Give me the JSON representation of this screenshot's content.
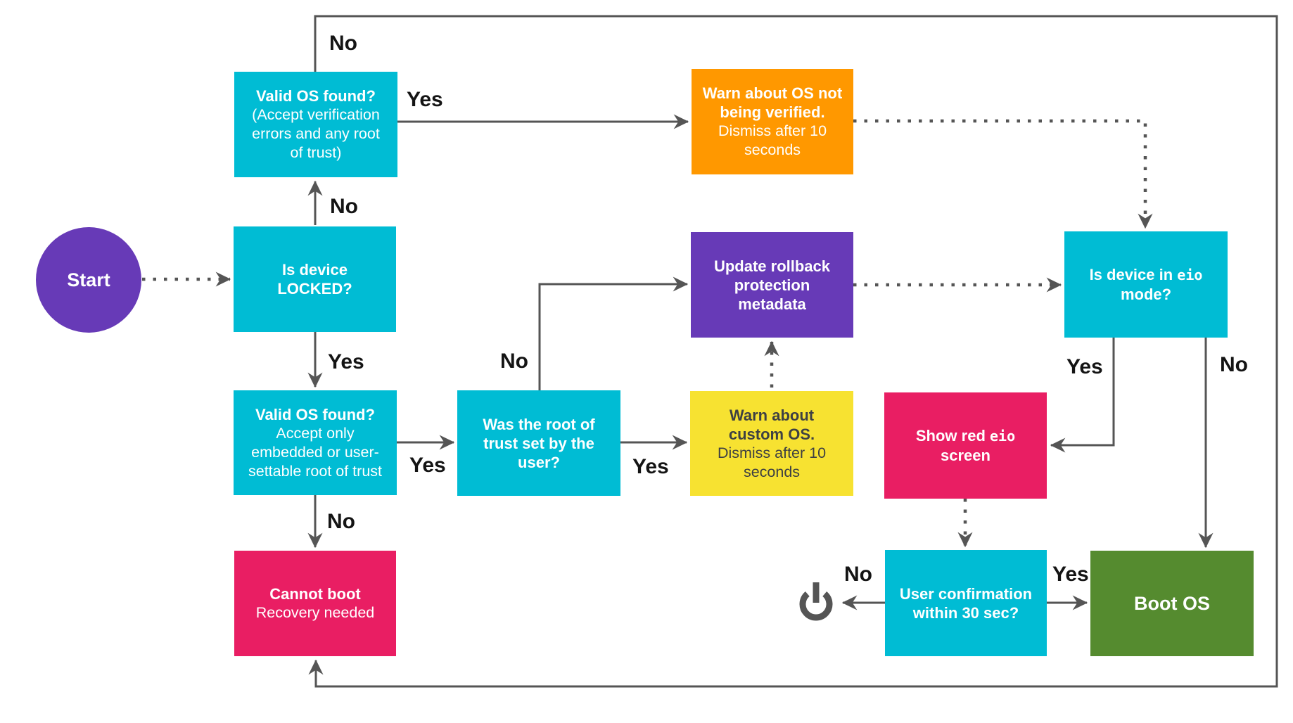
{
  "palette": {
    "cyan": "#00BCD4",
    "purple": "#673AB7",
    "orange": "#FF9800",
    "yellow": "#F7E231",
    "pink": "#E91E63",
    "green": "#558B2F",
    "line_gray": "#555555",
    "label_text": "#141414",
    "yellow_box_text": "#3E4043"
  },
  "nodes": {
    "start": {
      "title": "Start"
    },
    "is_locked": {
      "title": "Is device LOCKED?"
    },
    "valid_os_any": {
      "title": "Valid OS found?",
      "subtitle": "(Accept verification errors and any root of trust)"
    },
    "warn_not_verified": {
      "title": "Warn about OS not being verified.",
      "subtitle": "Dismiss after 10 seconds"
    },
    "valid_os_embedded": {
      "title": "Valid OS found?",
      "subtitle": "Accept only embedded or user-settable root of trust"
    },
    "root_of_trust": {
      "title": "Was the root of trust set by the user?"
    },
    "warn_custom": {
      "title": "Warn about custom OS.",
      "subtitle": "Dismiss after 10 seconds"
    },
    "update_rollback": {
      "title": "Update rollback protection metadata"
    },
    "eio_mode": {
      "title_pre": "Is device in ",
      "title_code": "eio",
      "title_post": " mode?"
    },
    "show_red_eio": {
      "title_pre": "Show red ",
      "title_code": "eio",
      "title_post": " screen"
    },
    "cannot_boot": {
      "title": "Cannot boot",
      "subtitle": "Recovery needed"
    },
    "user_confirmation": {
      "title": "User confirmation within 30 sec?"
    },
    "boot_os": {
      "title": "Boot OS"
    }
  },
  "edge_labels": {
    "valid_any_no": "No",
    "valid_any_yes": "Yes",
    "locked_no": "No",
    "locked_yes": "Yes",
    "valid_emb_yes": "Yes",
    "valid_emb_no": "No",
    "root_no": "No",
    "root_yes": "Yes",
    "eio_yes": "Yes",
    "eio_no": "No",
    "confirm_no": "No",
    "confirm_yes": "Yes"
  },
  "icons": {
    "power_icon": "⏻"
  }
}
